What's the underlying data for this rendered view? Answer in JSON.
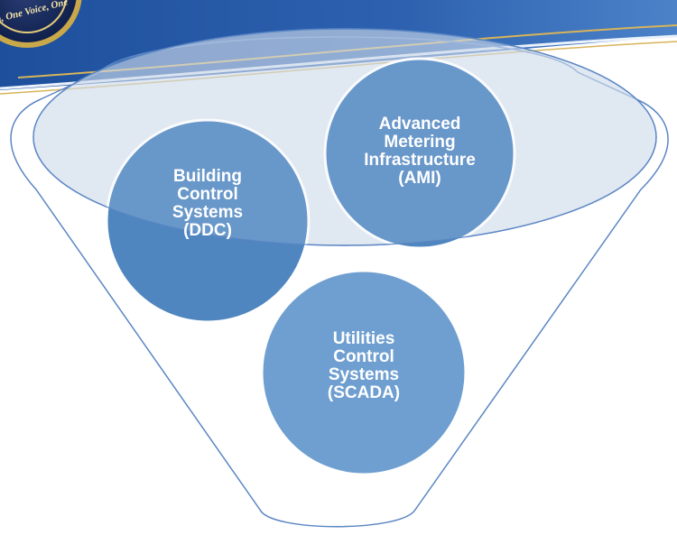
{
  "seal": {
    "motto_fragment": "n, One Voice, One",
    "icon": "navy-seal-emblem"
  },
  "diagram": {
    "type": "funnel-venn",
    "circles": [
      {
        "id": "building",
        "lines": [
          "Building",
          "Control",
          "Systems",
          "(DDC)"
        ],
        "color": "#4f86c0"
      },
      {
        "id": "ami",
        "lines": [
          "Advanced",
          "Metering",
          "Infrastructure",
          "(AMI)"
        ],
        "color": "#4f86c0"
      },
      {
        "id": "utilities",
        "lines": [
          "Utilities",
          "Control",
          "Systems",
          "(SCADA)"
        ],
        "color": "#6f9fd0"
      }
    ]
  },
  "colors": {
    "banner_dark": "#1d4f9c",
    "banner_light": "#3a73c0",
    "gold_stripe": "#d7b45a",
    "funnel_outline": "#5b86c4",
    "ellipse_fill": "#c9d6e8"
  }
}
